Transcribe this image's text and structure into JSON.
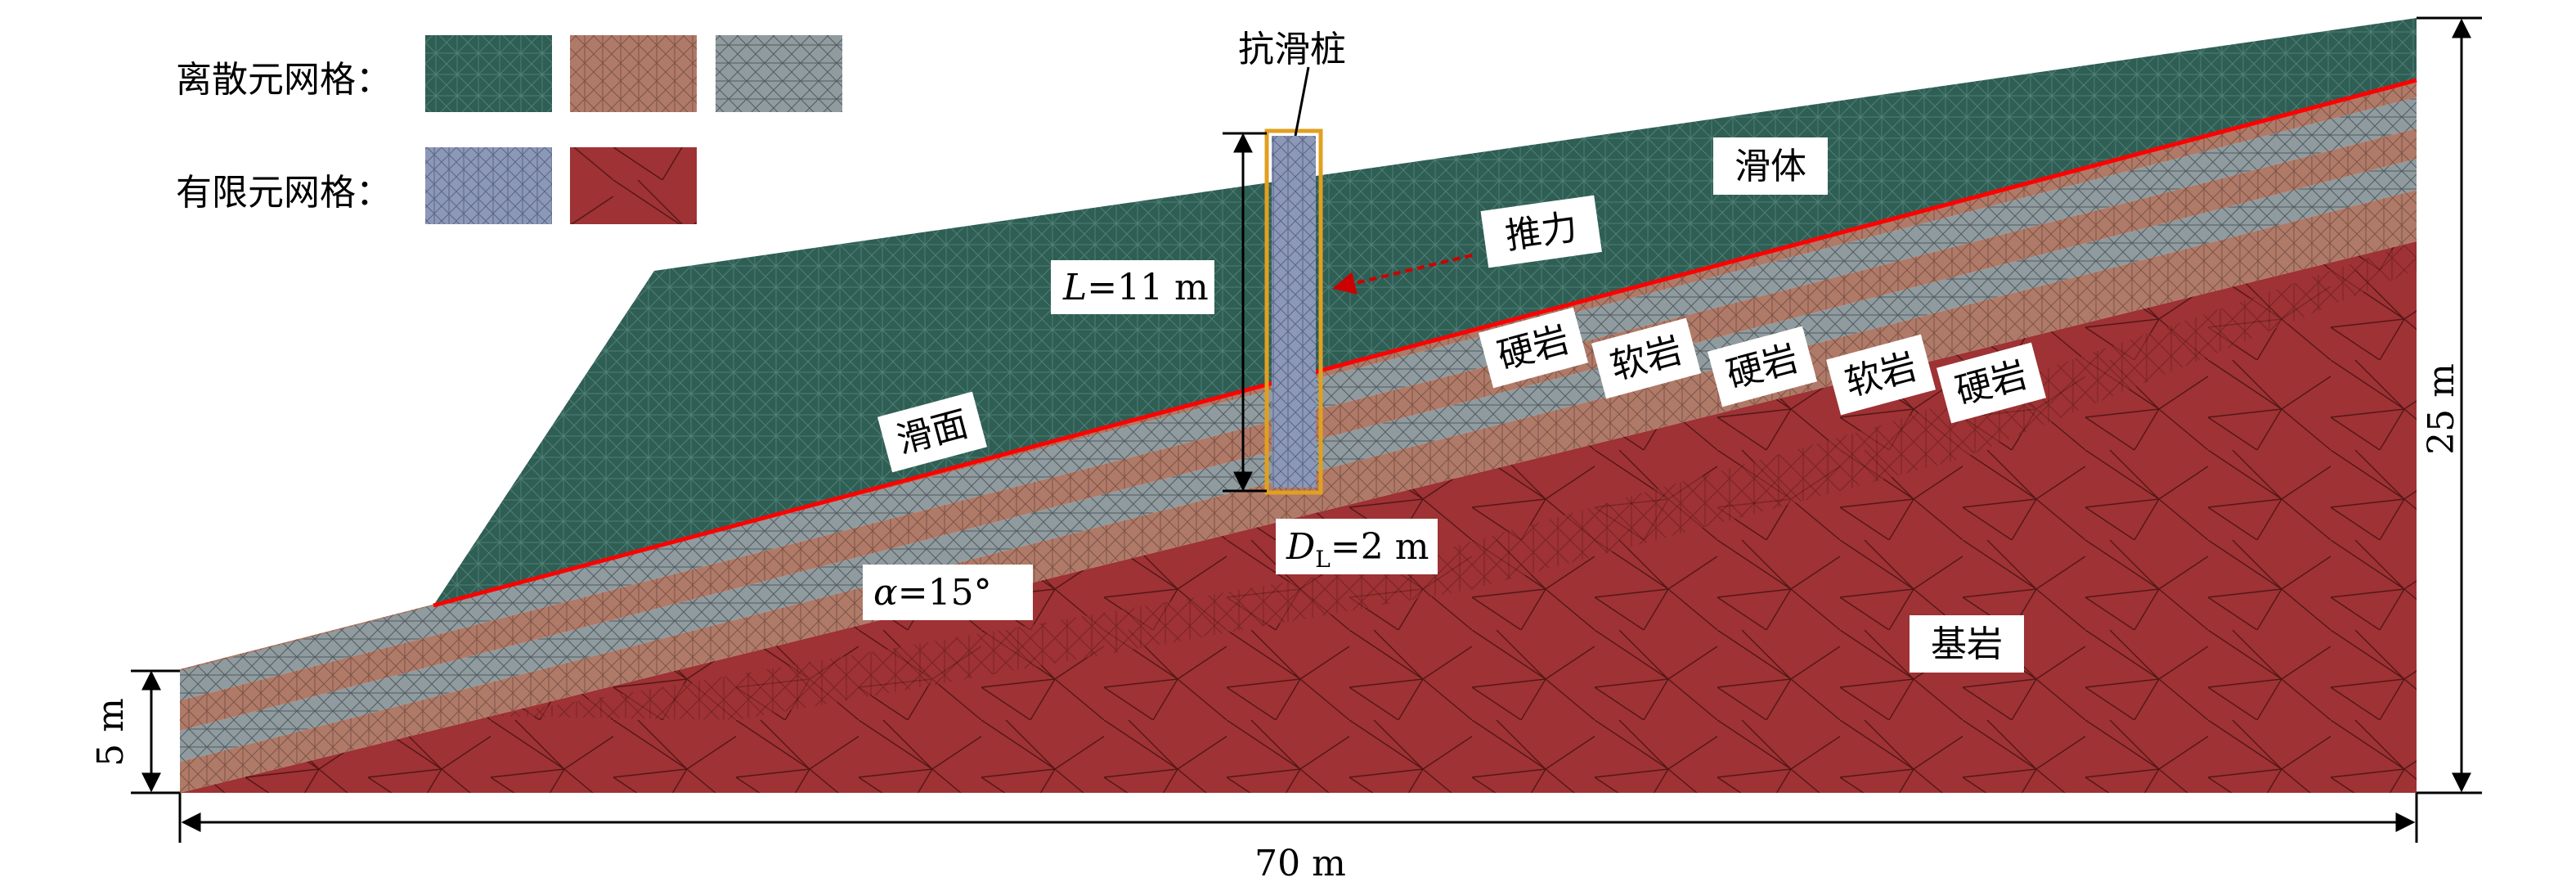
{
  "legend": {
    "discrete_label": "离散元网格：",
    "fem_label": "有限元网格："
  },
  "labels": {
    "pile": "抗滑桩",
    "slide_body": "滑体",
    "thrust": "推力",
    "slip_surface": "滑面",
    "hard_rock": "硬岩",
    "soft_rock": "软岩",
    "bedrock": "基岩"
  },
  "dimensions": {
    "pile_length_var": "L",
    "pile_length_value": "=11 m",
    "pile_spacing_var": "D",
    "pile_spacing_sub": "L",
    "pile_spacing_value": "=2 m",
    "angle_var": "α",
    "angle_value": "=15°",
    "height_left": "5 m",
    "height_right": "25 m",
    "width_total": "70 m"
  },
  "colors": {
    "slide_body": "#2f5e54",
    "hard_rock": "#b07a68",
    "soft_rock": "#8f9b9f",
    "bedrock": "#9e3234",
    "pile": "#8c98b8",
    "pile_frame": "#e0a020",
    "slip_line": "#ff0000",
    "thrust_arrow": "#cc0000"
  }
}
